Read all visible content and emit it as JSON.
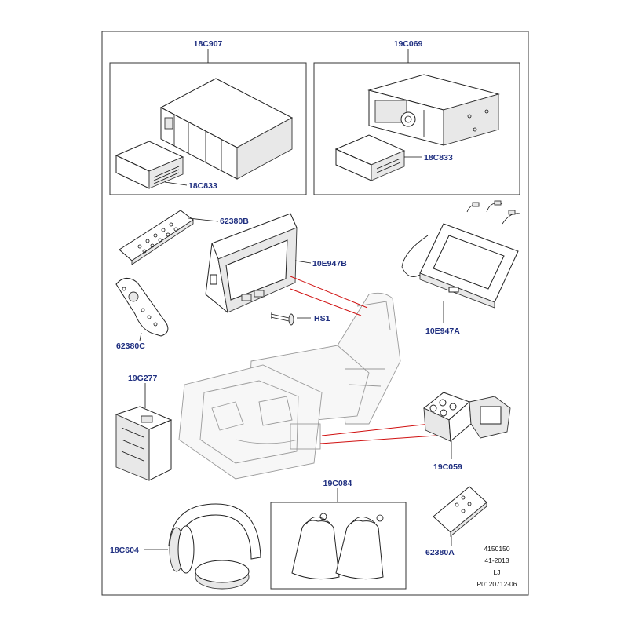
{
  "labels": {
    "box_cd_changer": "18C907",
    "box_dvd_changer": "19C069",
    "magazine_left": "18C833",
    "magazine_right": "18C833",
    "remote_small": "62380B",
    "screen_headrest": "10E947B",
    "screen_roof": "10E947A",
    "bolt": "HS1",
    "remote_large": "62380C",
    "amplifier": "19G277",
    "switch_module": "19C059",
    "bags": "19C084",
    "headphones": "18C604",
    "remote_card": "62380A"
  },
  "reference": {
    "line1": "4150150",
    "line2": "41-2013",
    "line3": "LJ",
    "line4": "P0120712-06"
  }
}
